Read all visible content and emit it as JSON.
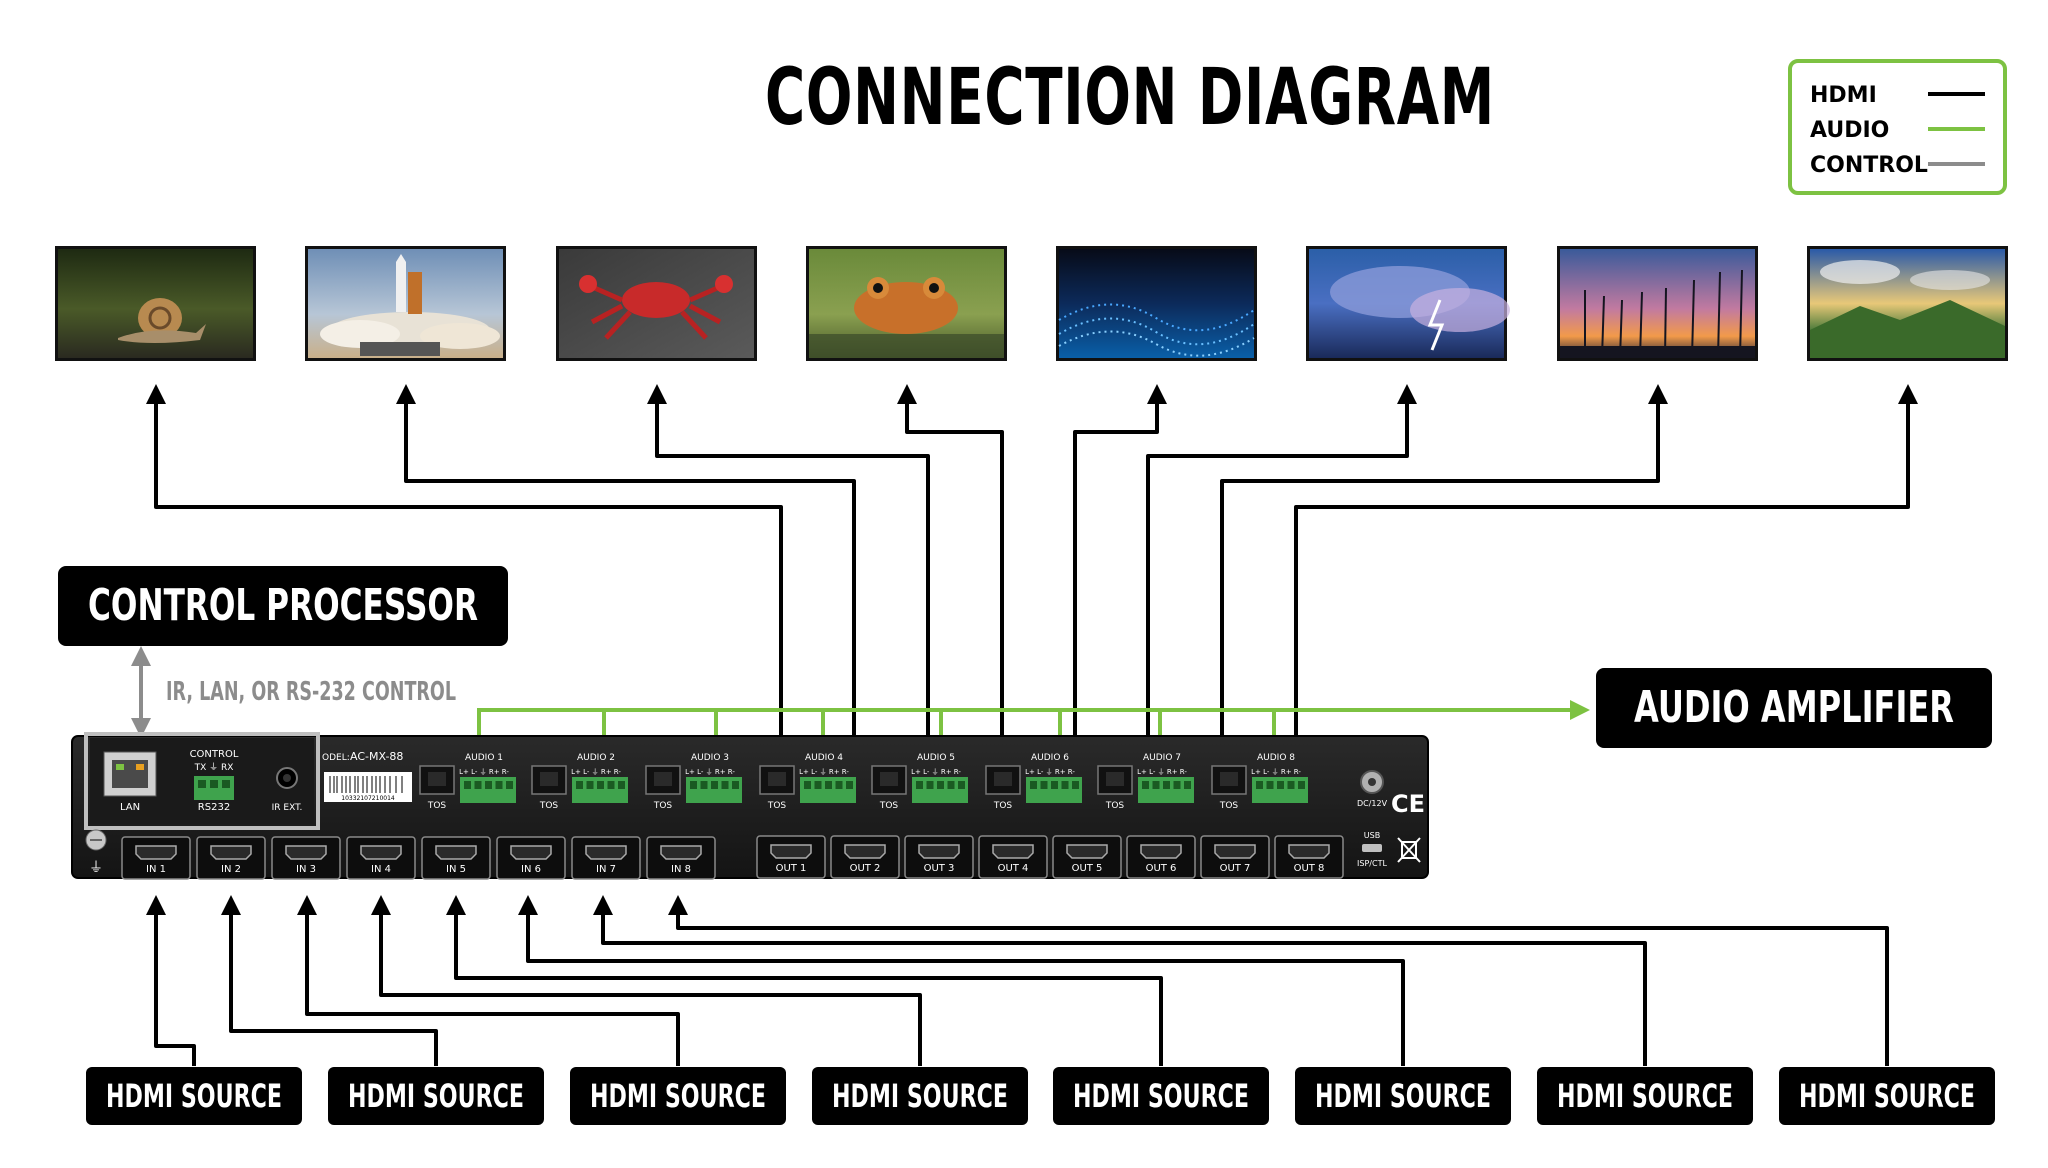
{
  "title": "CONNECTION DIAGRAM",
  "legend": {
    "items": [
      {
        "label": "HDMI",
        "color": "#000000"
      },
      {
        "label": "AUDIO",
        "color": "#7dc242"
      },
      {
        "label": "CONTROL",
        "color": "#8c8c8c"
      }
    ],
    "border_color": "#7dc242"
  },
  "control_processor": "CONTROL PROCESSOR",
  "control_note": "IR, LAN, OR RS-232 CONTROL",
  "audio_amplifier": "AUDIO AMPLIFIER",
  "displays": [
    {
      "scene": "snail"
    },
    {
      "scene": "shuttle-launch"
    },
    {
      "scene": "crab"
    },
    {
      "scene": "frog"
    },
    {
      "scene": "digital-wave"
    },
    {
      "scene": "storm-clouds"
    },
    {
      "scene": "palm-sunset"
    },
    {
      "scene": "mountain-sky"
    }
  ],
  "device": {
    "model": "AC-MX-88",
    "model_prefix": "ODEL:",
    "serial": "10332107210014",
    "control_header": "CONTROL",
    "txrx": "TX ⏚ RX",
    "lan": "LAN",
    "rs232": "RS232",
    "ir_ext": "IR EXT.",
    "tos": "TOS",
    "audio_labels": [
      "AUDIO 1",
      "AUDIO 2",
      "AUDIO 3",
      "AUDIO 4",
      "AUDIO 5",
      "AUDIO 6",
      "AUDIO 7",
      "AUDIO 8"
    ],
    "terminal_pins": "L+ L- ⏚ R+ R-",
    "inputs": [
      "IN 1",
      "IN 2",
      "IN 3",
      "IN 4",
      "IN 5",
      "IN 6",
      "IN 7",
      "IN 8"
    ],
    "outputs": [
      "OUT 1",
      "OUT 2",
      "OUT 3",
      "OUT 4",
      "OUT 5",
      "OUT 6",
      "OUT 7",
      "OUT 8"
    ],
    "power_label": "DC/12V",
    "usb_label": "USB",
    "isp_label": "ISP/CTL",
    "ce_mark": "CE"
  },
  "sources": [
    "HDMI SOURCE",
    "HDMI SOURCE",
    "HDMI SOURCE",
    "HDMI SOURCE",
    "HDMI SOURCE",
    "HDMI SOURCE",
    "HDMI SOURCE",
    "HDMI SOURCE"
  ],
  "colors": {
    "hdmi": "#000000",
    "audio": "#7dc242",
    "control": "#8c8c8c",
    "panel": "#1b1b1b",
    "terminal": "#3fa34d"
  }
}
